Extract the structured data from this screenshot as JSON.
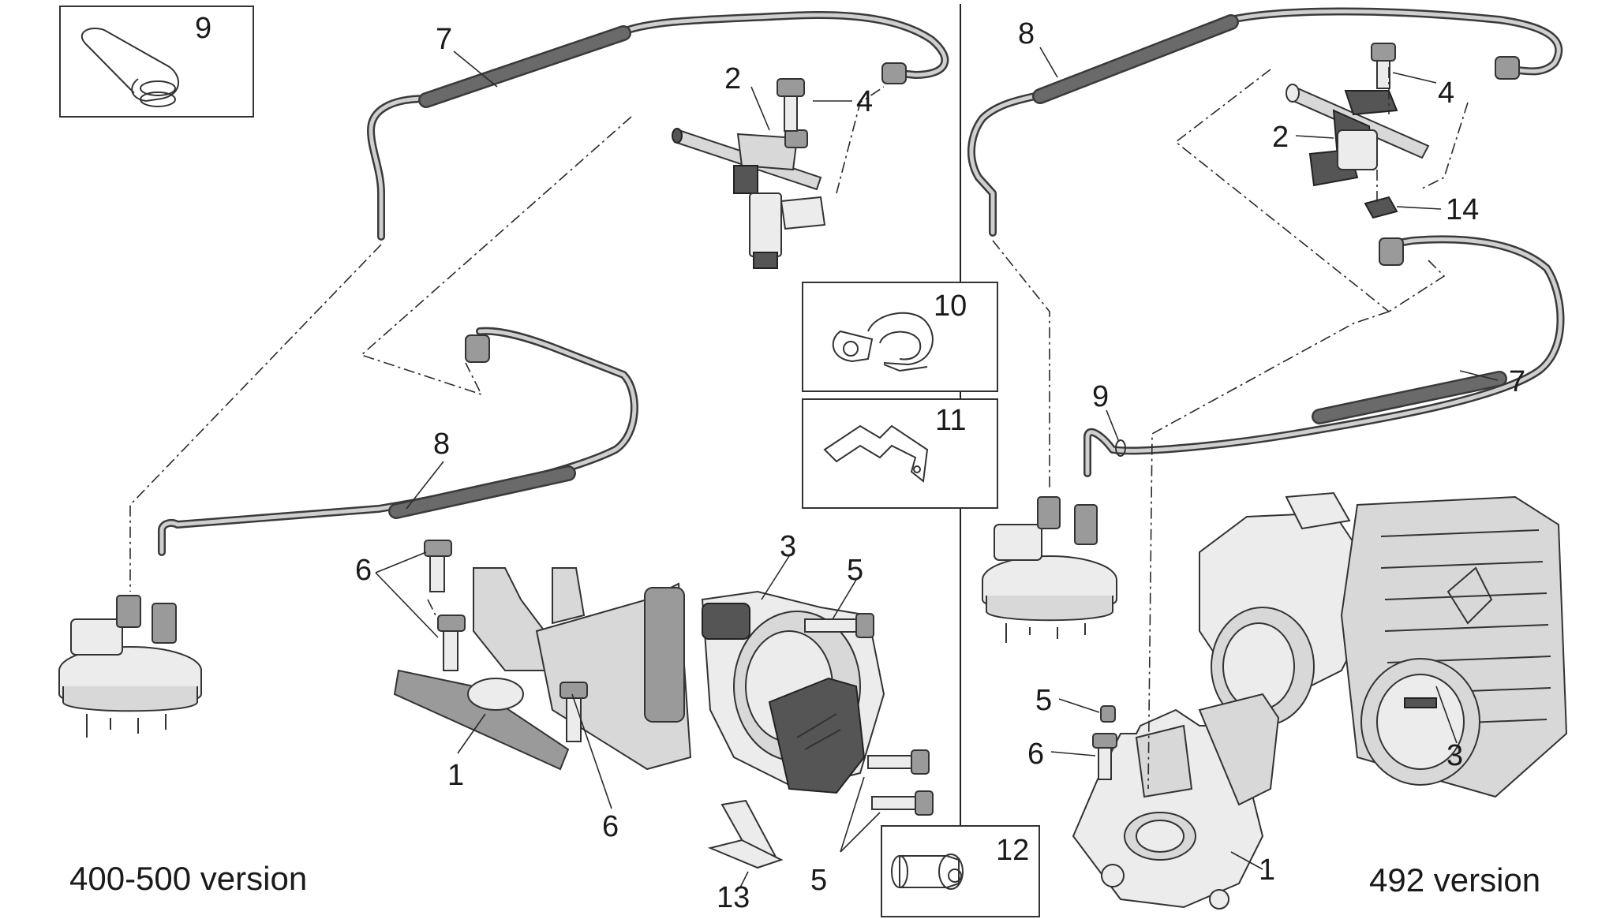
{
  "labels": {
    "left": {
      "p1": "1",
      "p2": "2",
      "p3": "3",
      "p4": "4",
      "p5a": "5",
      "p5b": "5",
      "p6a": "6",
      "p6b": "6",
      "p7": "7",
      "p8": "8",
      "p9": "9",
      "p13": "13"
    },
    "center": {
      "p10": "10",
      "p11": "11",
      "p12": "12"
    },
    "right": {
      "p1": "1",
      "p2": "2",
      "p3": "3",
      "p4": "4",
      "p5": "5",
      "p6": "6",
      "p7": "7",
      "p8": "8",
      "p9": "9",
      "p14": "14"
    }
  },
  "versions": {
    "left": "400-500 version",
    "right": "492 version"
  }
}
